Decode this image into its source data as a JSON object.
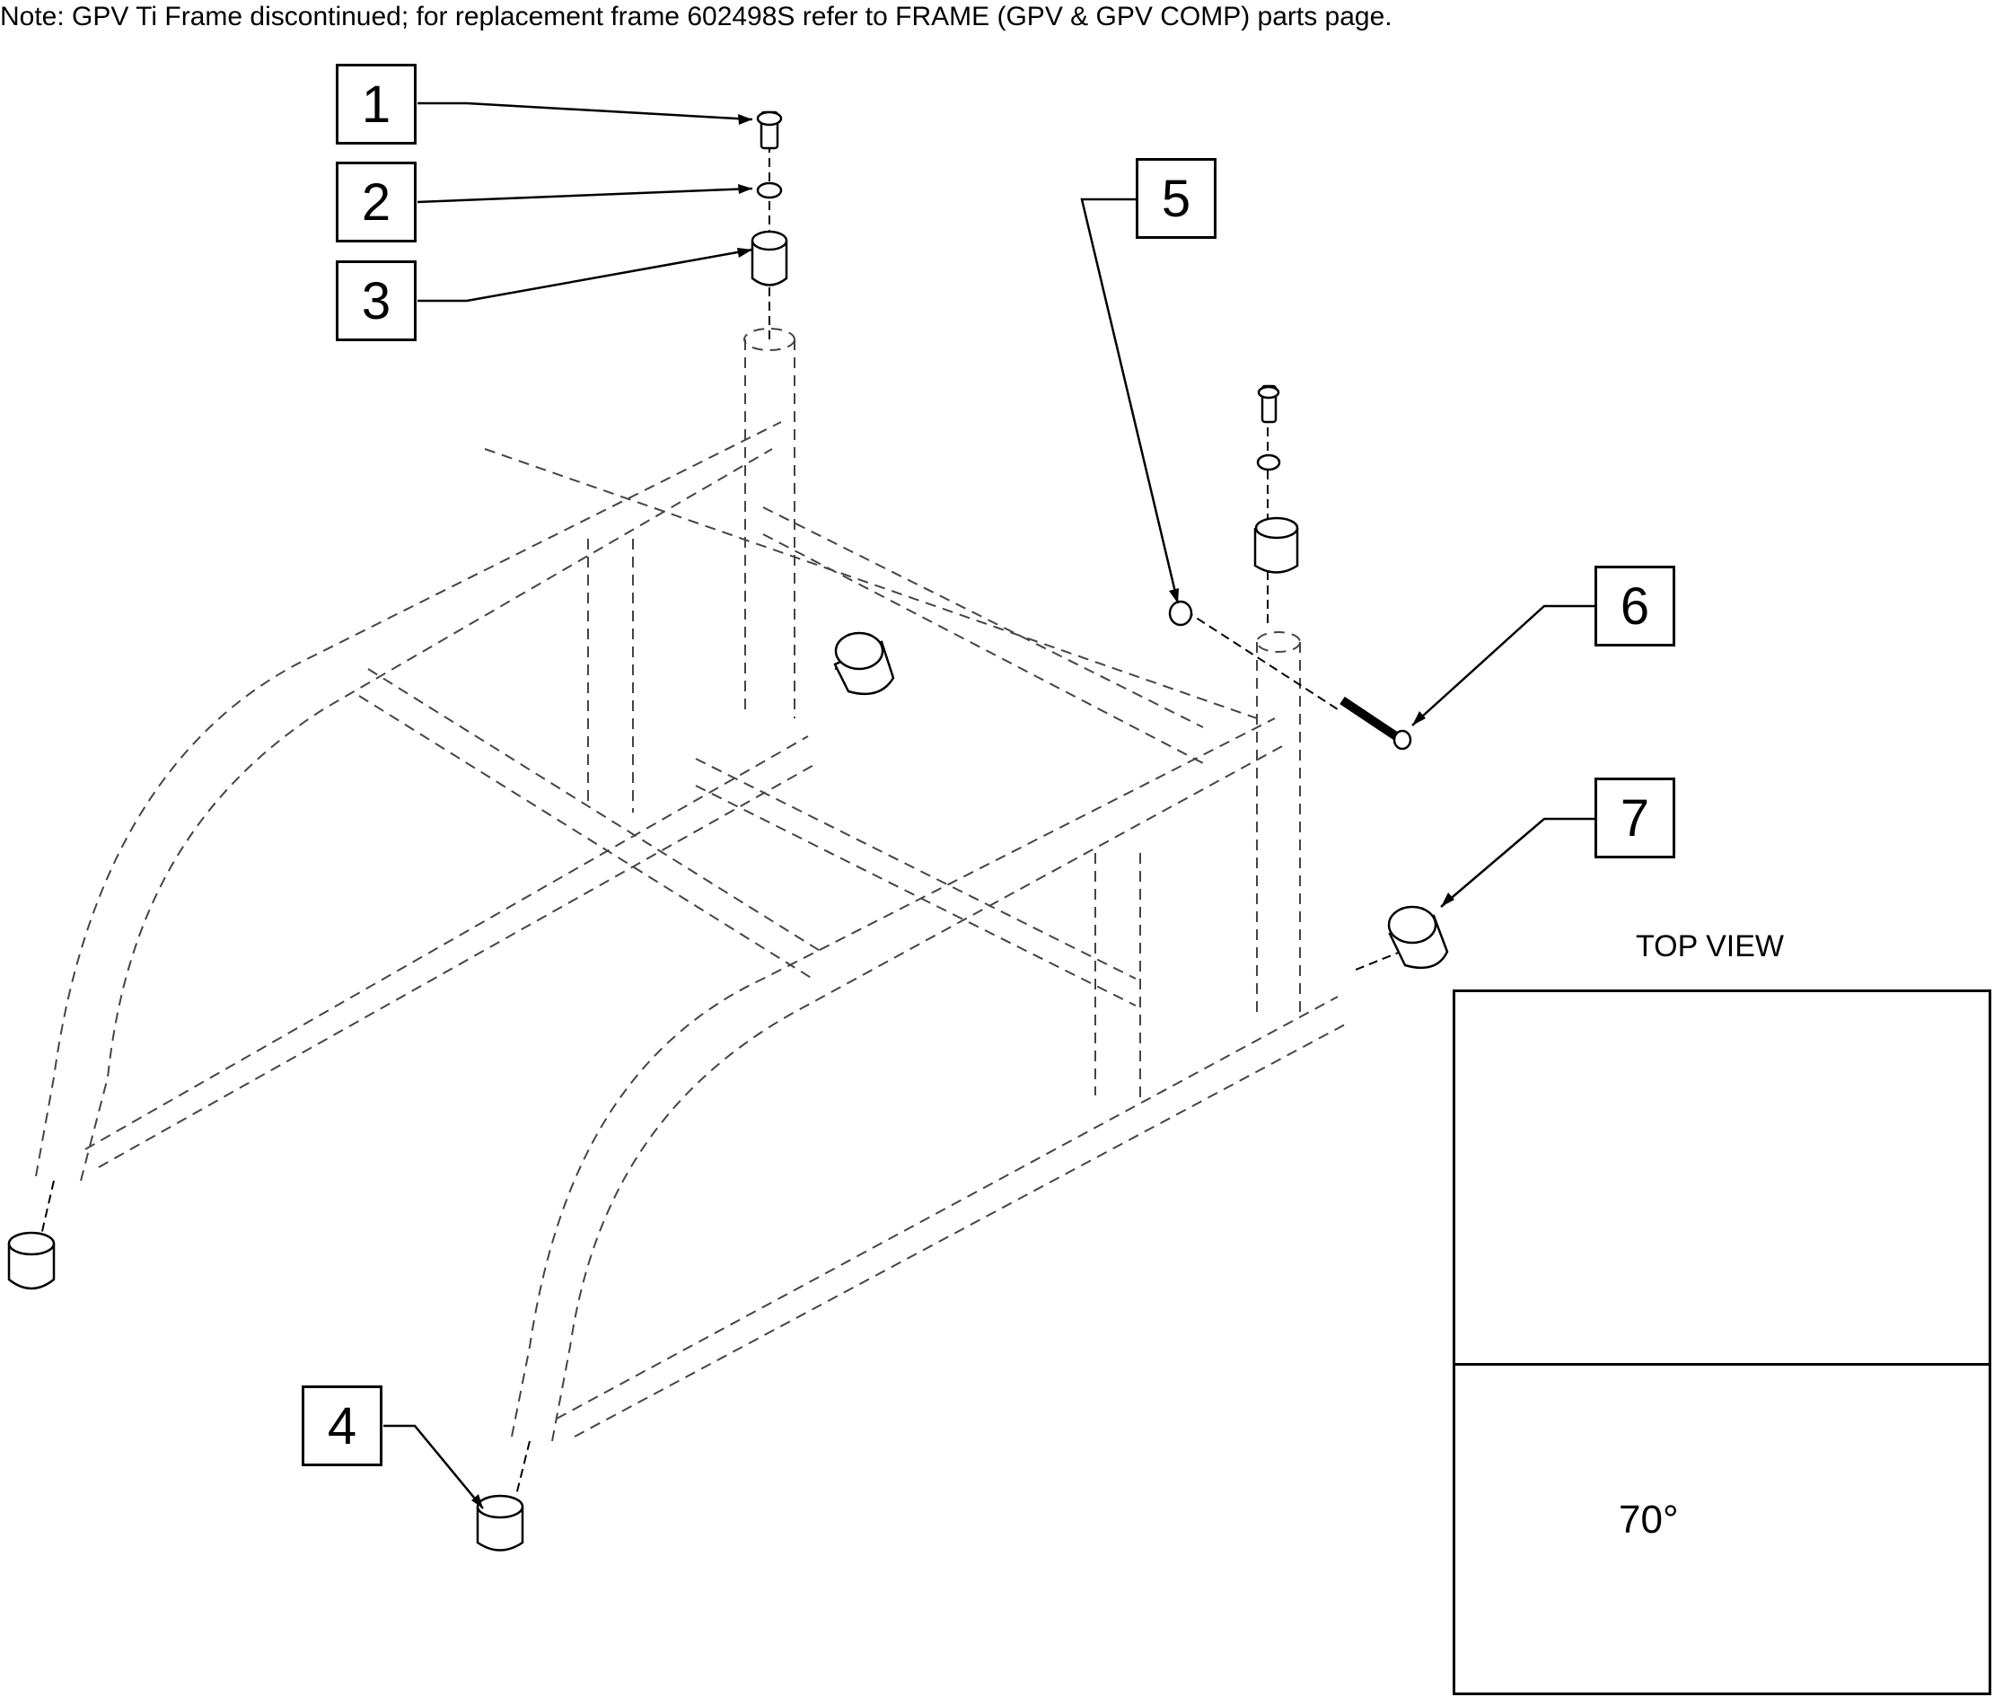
{
  "note": "Note: GPV Ti Frame discontinued; for replacement frame 602498S refer to FRAME (GPV & GPV COMP) parts page.",
  "callouts": [
    {
      "label": "1"
    },
    {
      "label": "2"
    },
    {
      "label": "3"
    },
    {
      "label": "4"
    },
    {
      "label": "5"
    },
    {
      "label": "6"
    },
    {
      "label": "7"
    }
  ],
  "top_view": {
    "label": "TOP VIEW"
  },
  "side_view": {
    "angle_label": "70°"
  }
}
